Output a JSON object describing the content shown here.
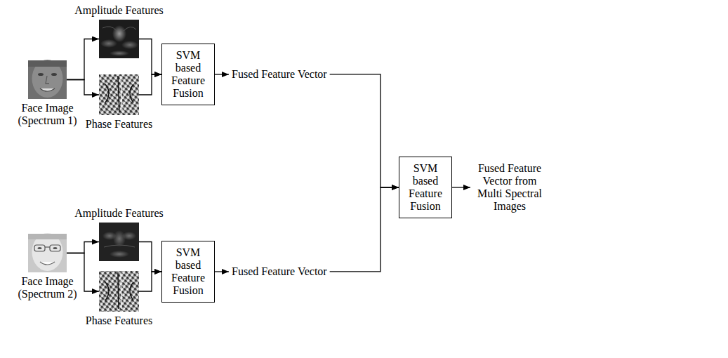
{
  "diagram": {
    "nodes": [
      {
        "text": [
          "Face Image (Spectrum 1)"
        ]
      },
      {
        "text": [
          "Amplitude Features"
        ]
      },
      {
        "text": [
          "Phase Features"
        ]
      },
      {
        "text": [
          "SVM based Feature Fusion"
        ]
      },
      {
        "text": [
          "Fused Feature Vector"
        ]
      },
      {
        "text": [
          "Face Image (Spectrum 2)"
        ]
      },
      {
        "text": [
          "Amplitude Features"
        ]
      },
      {
        "text": [
          "Phase Features"
        ]
      },
      {
        "text": [
          "SVM based Feature Fusion"
        ]
      },
      {
        "text": [
          "Fused Feature Vector"
        ]
      },
      {
        "text": [
          "SVM based Feature Fusion"
        ]
      },
      {
        "text": [
          "Fused Feature Vector from Multi Spectral Images"
        ]
      }
    ],
    "edges": [
      {
        "from": 0,
        "to": 1,
        "arrow": "to"
      },
      {
        "from": 0,
        "to": 2,
        "arrow": "to"
      },
      {
        "from": 1,
        "to": 3,
        "arrow": "to"
      },
      {
        "from": 2,
        "to": 3,
        "arrow": "to"
      },
      {
        "from": 3,
        "to": 4,
        "arrow": "to"
      },
      {
        "from": 5,
        "to": 6,
        "arrow": "to"
      },
      {
        "from": 5,
        "to": 7,
        "arrow": "to"
      },
      {
        "from": 6,
        "to": 8,
        "arrow": "to"
      },
      {
        "from": 7,
        "to": 8,
        "arrow": "to"
      },
      {
        "from": 8,
        "to": 9,
        "arrow": "to"
      },
      {
        "from": 4,
        "to": 10,
        "arrow": "to"
      },
      {
        "from": 9,
        "to": 10,
        "arrow": "to"
      },
      {
        "from": 10,
        "to": 11,
        "arrow": "to"
      }
    ]
  }
}
